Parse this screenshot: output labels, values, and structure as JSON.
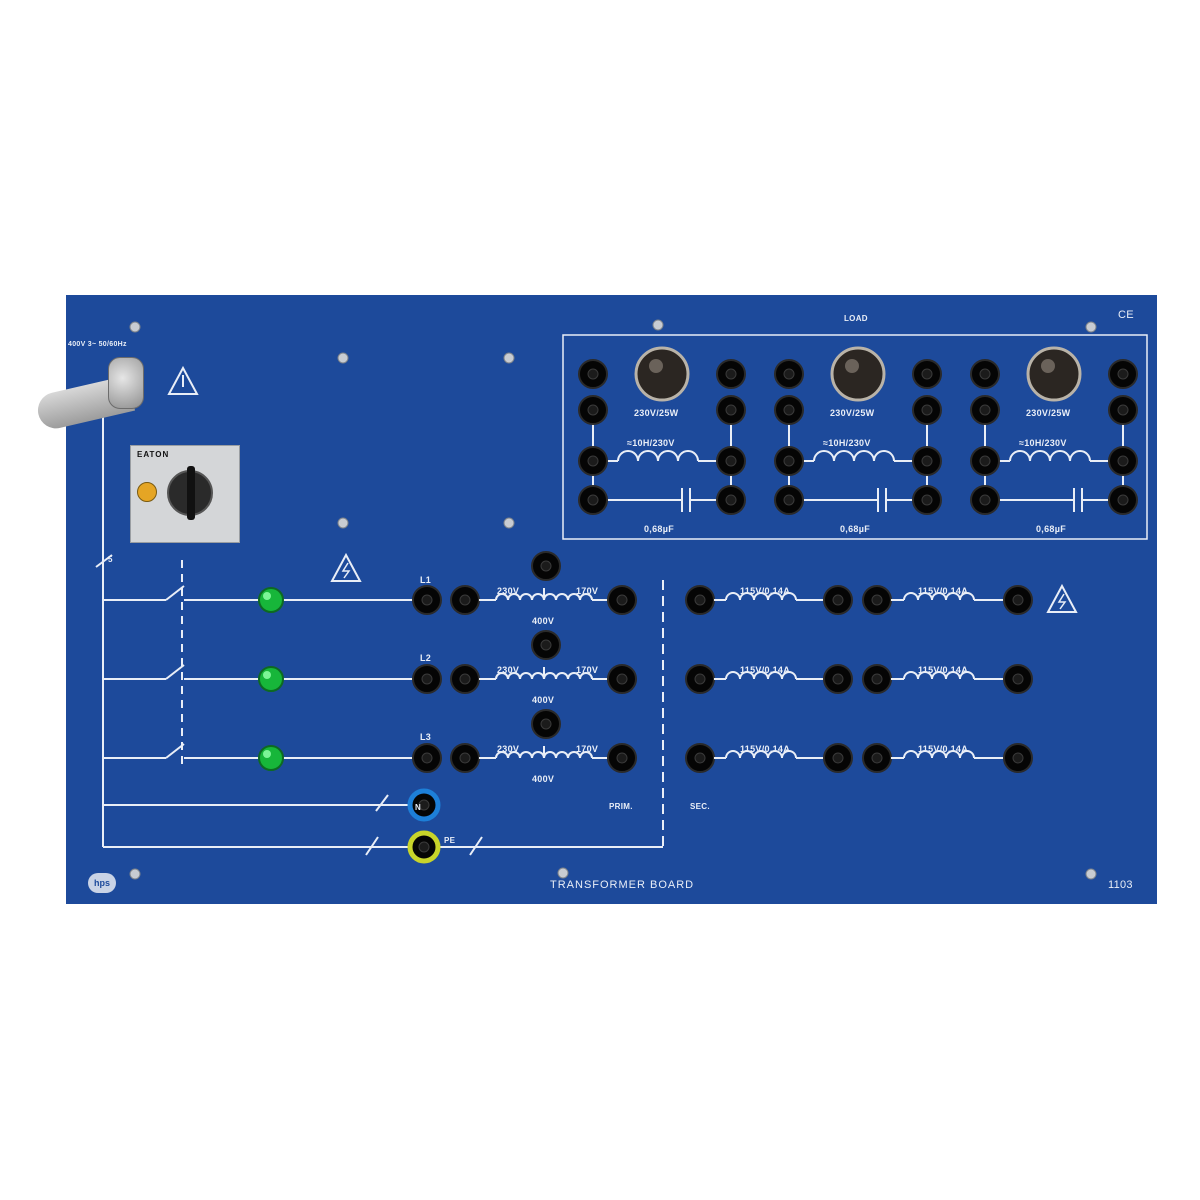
{
  "board": {
    "title": "TRANSFORMER BOARD",
    "number": "1103",
    "supply_label": "400V 3~ 50/60Hz",
    "ce_mark": "CE",
    "brand_logo": "hps",
    "switch_brand": "EATON",
    "cable_cores": "5"
  },
  "load": {
    "title": "LOAD",
    "groups": [
      {
        "lamp": "230V/25W",
        "inductor": "≈10H/230V",
        "capacitor": "0,68µF"
      },
      {
        "lamp": "230V/25W",
        "inductor": "≈10H/230V",
        "capacitor": "0,68µF"
      },
      {
        "lamp": "230V/25W",
        "inductor": "≈10H/230V",
        "capacitor": "0,68µF"
      }
    ]
  },
  "phases": [
    {
      "name": "L1",
      "left": "230V",
      "right": "170V",
      "total": "400V",
      "sec_a": "115V/0,14A",
      "sec_b": "115V/0,14A"
    },
    {
      "name": "L2",
      "left": "230V",
      "right": "170V",
      "total": "400V",
      "sec_a": "115V/0,14A",
      "sec_b": "115V/0,14A"
    },
    {
      "name": "L3",
      "left": "230V",
      "right": "170V",
      "total": "400V",
      "sec_a": "115V/0,14A",
      "sec_b": "115V/0,14A"
    }
  ],
  "neutral_label": "N",
  "earth_label": "PE",
  "primary_label": "PRIM.",
  "secondary_label": "SEC.",
  "icons": [
    "warning-icon",
    "high-voltage-icon",
    "indicator-lamp-icon",
    "socket-icon",
    "bulb-icon",
    "screw-icon"
  ],
  "colors": {
    "board": "#1d4a9b",
    "socket": "#0a0a0a",
    "lamp": "#19c23d",
    "neutral": "#1d7fd8",
    "earth": "#c8d42a"
  }
}
